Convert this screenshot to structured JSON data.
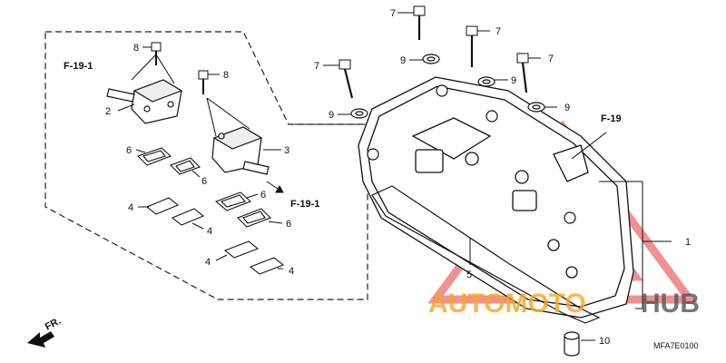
{
  "callouts": {
    "c1": "1",
    "c2": "2",
    "c3": "3",
    "c4a": "4",
    "c4b": "4",
    "c4c": "4",
    "c4d": "4",
    "c5": "5",
    "c6a": "6",
    "c6b": "6",
    "c6c": "6",
    "c6d": "6",
    "c7a": "7",
    "c7b": "7",
    "c7c": "7",
    "c7d": "7",
    "c8a": "8",
    "c8b": "8",
    "c9a": "9",
    "c9b": "9",
    "c9c": "9",
    "c9d": "9",
    "c10": "10"
  },
  "references": {
    "r1": "F-19-1",
    "r2": "F-19-1",
    "r3": "F-19"
  },
  "front_marker": "FR.",
  "drawing_code": "MFA7E0100",
  "watermark": {
    "part1": "AUTOMOTO",
    "part2": "HUB",
    "color_orange": "#f5a623",
    "color_gray": "#555555",
    "color_red": "#e53935"
  }
}
